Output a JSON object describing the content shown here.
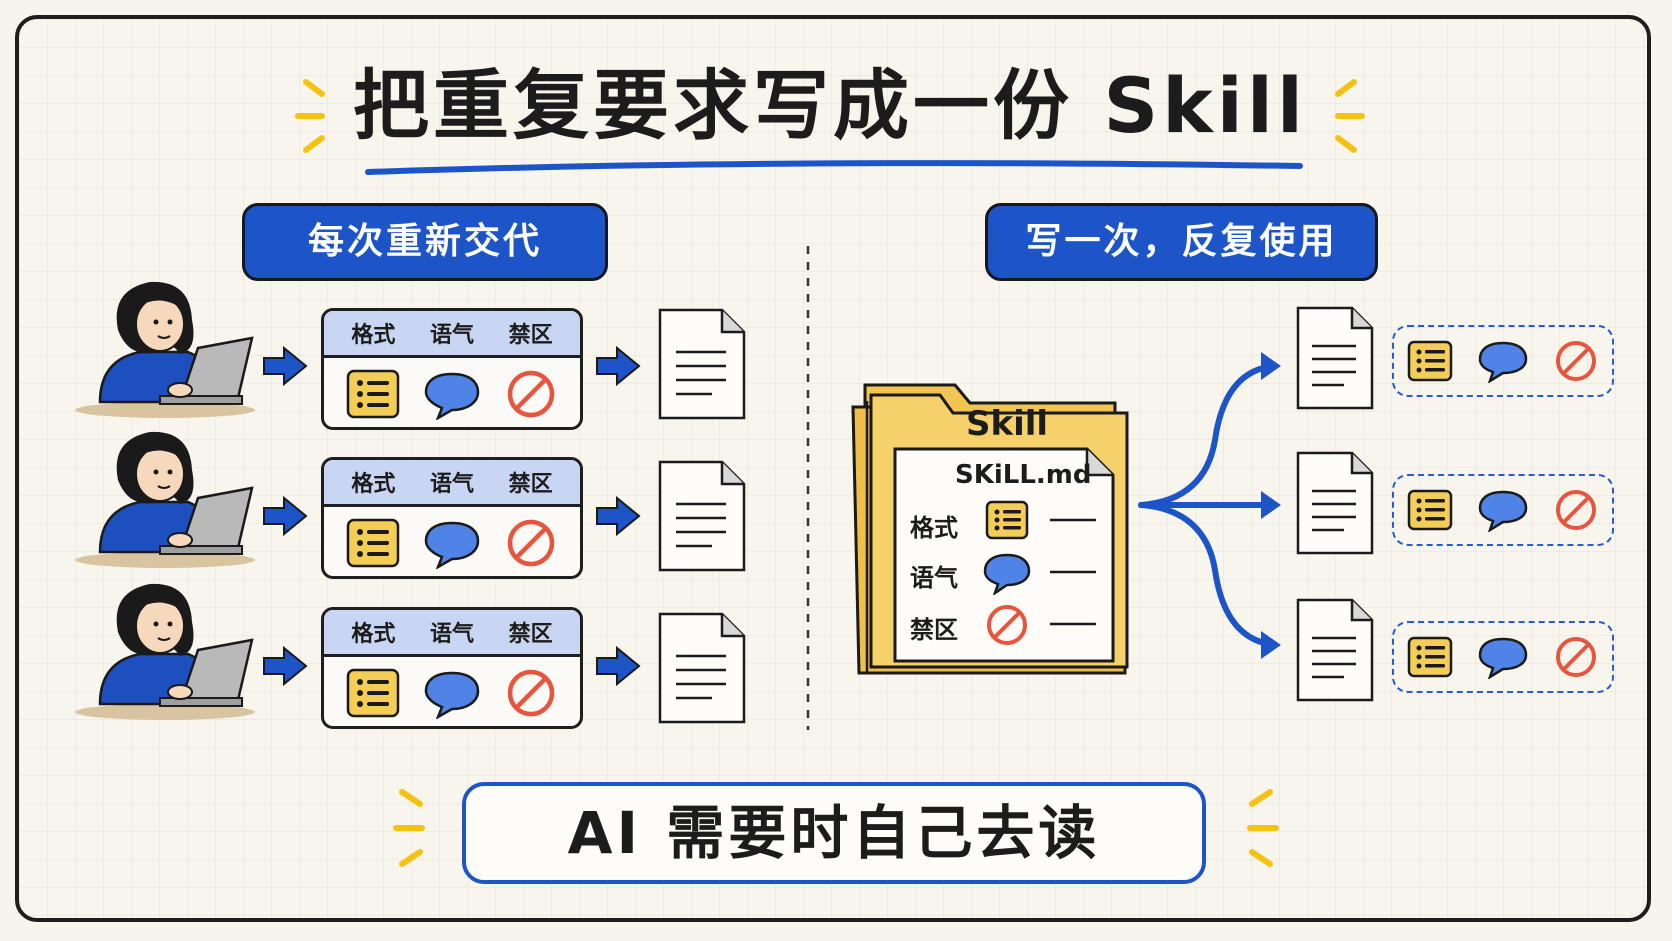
{
  "title": "把重复要求写成一份 Skill",
  "left_section": {
    "label": "每次重新交代",
    "rows": [
      {
        "tags": [
          "格式",
          "语气",
          "禁区"
        ]
      },
      {
        "tags": [
          "格式",
          "语气",
          "禁区"
        ]
      },
      {
        "tags": [
          "格式",
          "语气",
          "禁区"
        ]
      }
    ]
  },
  "right_section": {
    "label": "写一次，反复使用",
    "folder_label": "Skill",
    "file_name": "SKiLL.md",
    "file_rows": [
      "格式",
      "语气",
      "禁区"
    ]
  },
  "bottom_caption": "AI 需要时自己去读",
  "colors": {
    "accent_blue": "#1d55c9",
    "card_header": "#c8d6f3",
    "folder_yellow": "#f4c95d",
    "format_icon": "#f3cd55",
    "forbidden_red": "#e8553f",
    "sparkle": "#f5c211"
  },
  "icons": [
    "person-laptop-icon",
    "arrow-right-icon",
    "format-list-icon",
    "speech-bubble-icon",
    "forbidden-icon",
    "document-icon",
    "folder-icon"
  ]
}
